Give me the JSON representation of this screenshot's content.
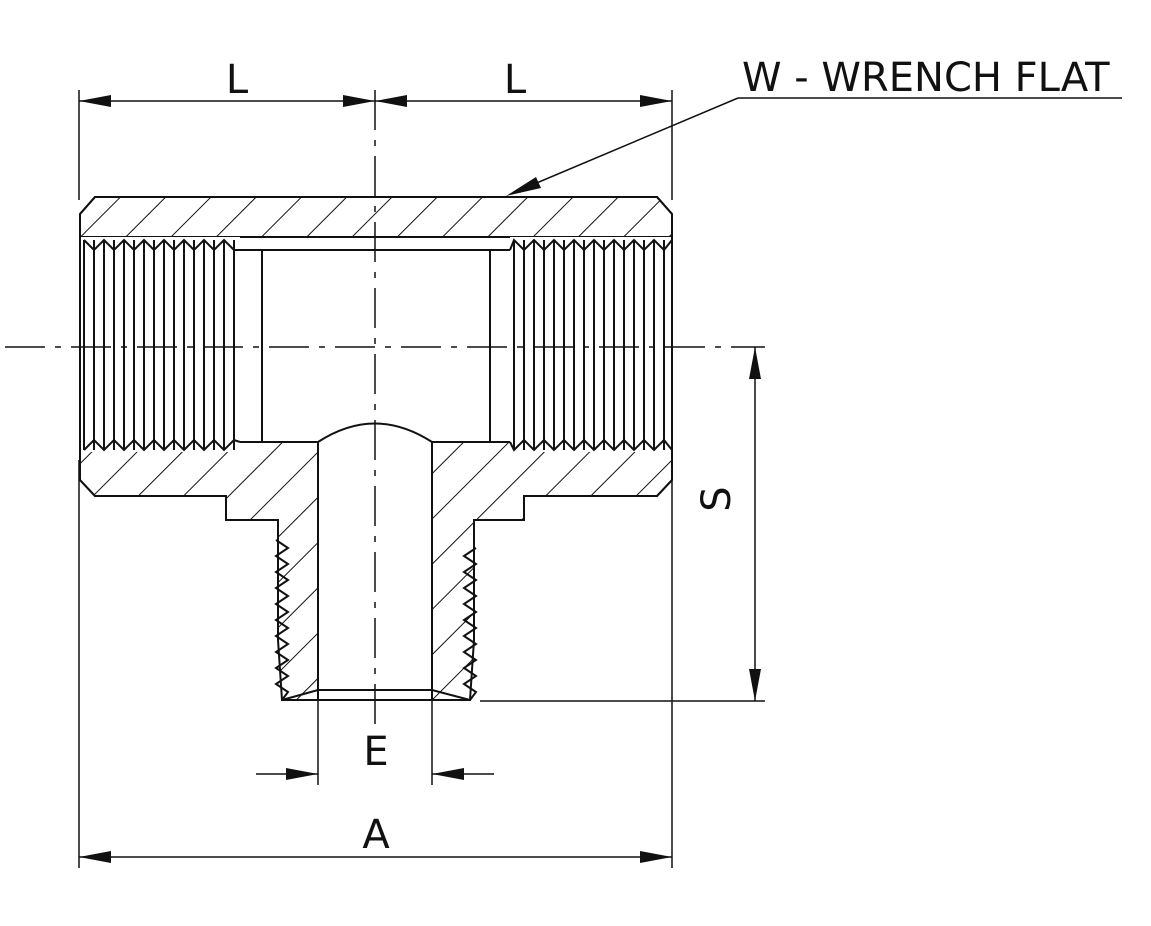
{
  "labels": {
    "L_left": "L",
    "L_right": "L",
    "wrench_flat": "W - WRENCH FLAT",
    "S": "S",
    "E": "E",
    "A": "A"
  }
}
